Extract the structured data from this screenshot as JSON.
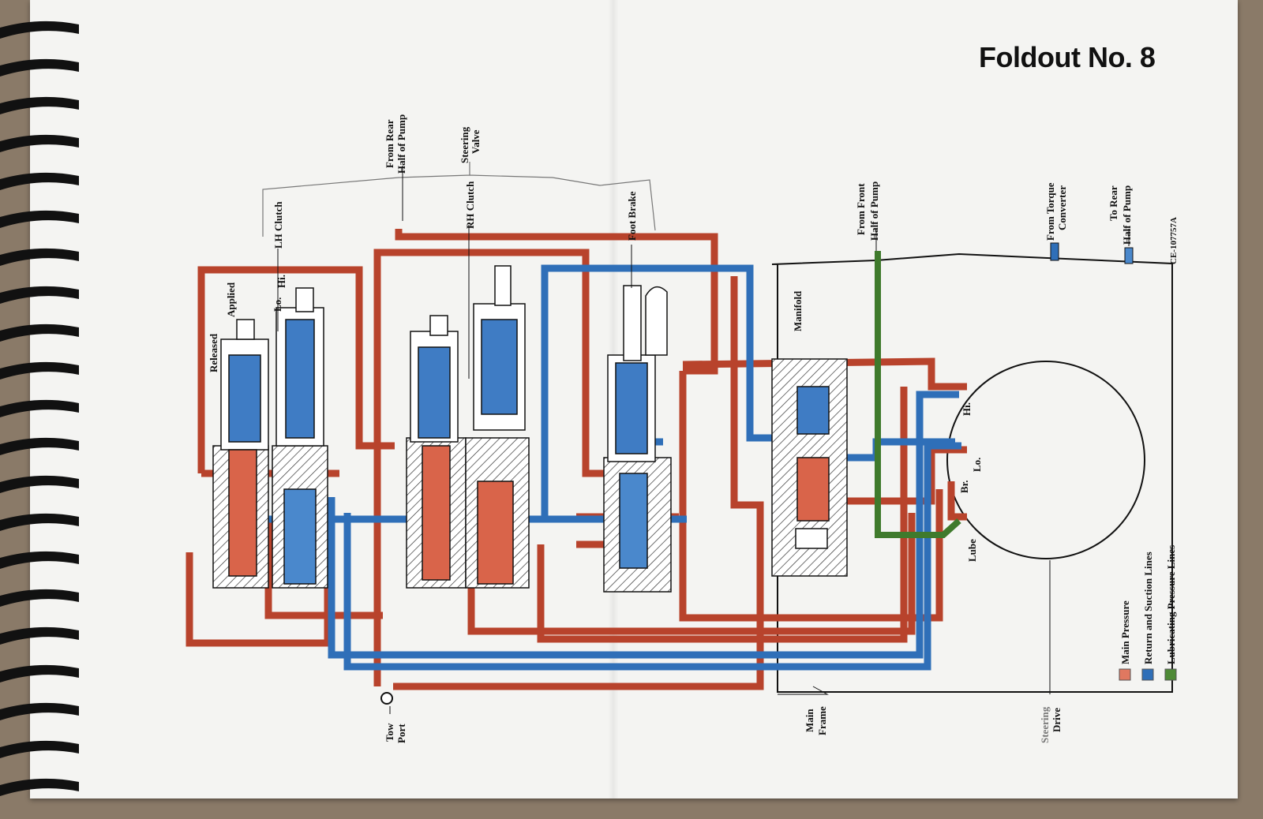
{
  "title": "Foldout No. 8",
  "labels": {
    "lh_clutch": "LH Clutch",
    "applied": "Applied",
    "released": "Released",
    "lh_lo": "Lo.",
    "lh_hi": "Hi.",
    "from_rear_1": "From Rear",
    "from_rear_2": "Half of Pump",
    "steering_valve_1": "Steering",
    "steering_valve_2": "Valve",
    "rh_clutch": "RH Clutch",
    "foot_brake": "Foot Brake",
    "manifold": "Manifold",
    "from_front_1": "From Front",
    "from_front_2": "Half of Pump",
    "from_torque_1": "From Torque",
    "from_torque_2": "Converter",
    "to_rear_1": "To Rear",
    "to_rear_2": "Half of Pump",
    "drawing_id": "CE-107757A",
    "drive_hi": "Hi.",
    "drive_lo": "Lo.",
    "drive_br": "Br.",
    "lube": "Lube",
    "tow_port_1": "Tow",
    "tow_port_2": "Port",
    "main_frame_1": "Main",
    "main_frame_2": "Frame",
    "steering_drive_1": "Steering",
    "steering_drive_2": "Drive"
  },
  "legend": [
    {
      "label": "Main Pressure",
      "color": "#e07860"
    },
    {
      "label": "Return and Suction Lines",
      "color": "#2f6fb8"
    },
    {
      "label": "Lubricating Pressure Lines",
      "color": "#4e8a36"
    }
  ],
  "colors": {
    "main_pressure": "#b8432c",
    "return": "#2f6fb8",
    "lube": "#3f7a2c"
  }
}
